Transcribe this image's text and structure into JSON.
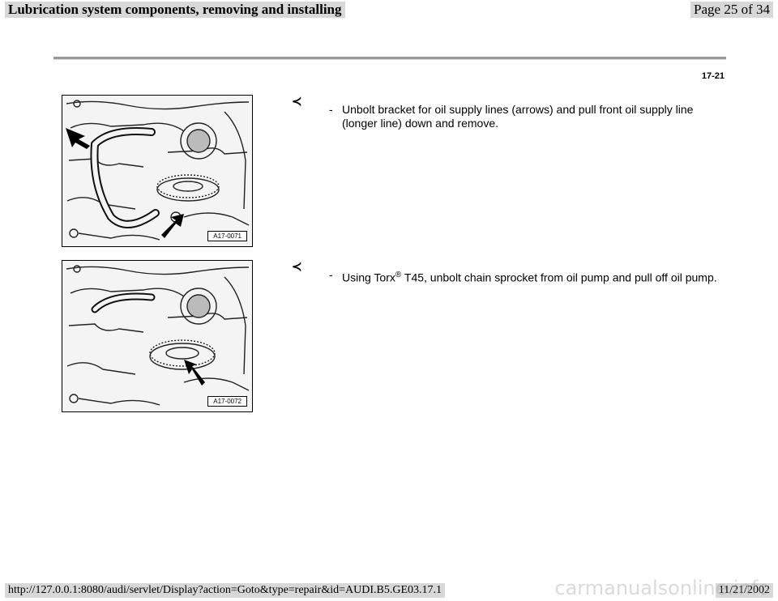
{
  "header": {
    "title": "Lubrication system components, removing and installing",
    "page_indicator": "Page 25 of 34"
  },
  "page_number": "17-21",
  "steps": [
    {
      "figure_label": "A17-0071",
      "marker_icon": "pointer-left-icon",
      "dash": "-",
      "text": "Unbolt bracket for oil supply lines (arrows) and pull front oil supply line (longer line) down and remove."
    },
    {
      "figure_label": "A17-0072",
      "marker_icon": "pointer-left-icon",
      "dash": "-",
      "text_before": "Using Torx",
      "registered": "®",
      "text_after": " T45, unbolt chain sprocket from oil pump and pull off oil pump."
    }
  ],
  "footer": {
    "url": "http://127.0.0.1:8080/audi/servlet/Display?action=Goto&type=repair&id=AUDI.B5.GE03.17.1",
    "date": "11/21/2002",
    "watermark": "carmanualsonline.info"
  }
}
